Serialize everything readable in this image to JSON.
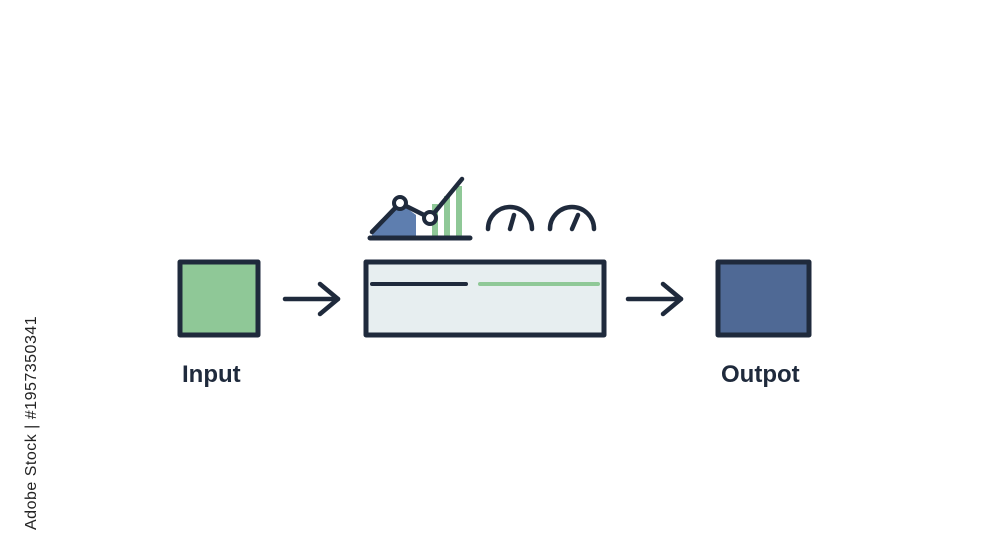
{
  "labels": {
    "input": "Input",
    "output": "Outpot"
  },
  "watermark": {
    "stock_id": "Adobe Stock | #1957350341"
  },
  "colors": {
    "outline": "#1f2a3c",
    "input_fill": "#8fc897",
    "output_fill": "#4f6995",
    "process_fill": "#e7eef0",
    "accent_green": "#8fc897",
    "accent_blue": "#5e7eaf"
  },
  "icons": {
    "input_node": "green-square",
    "output_node": "blue-square",
    "process_node": "panel-with-progress-line",
    "chart": "line-chart-icon",
    "gauges": [
      "gauge-icon",
      "gauge-icon"
    ],
    "connectors": [
      "arrow-right-icon",
      "arrow-right-icon"
    ]
  }
}
